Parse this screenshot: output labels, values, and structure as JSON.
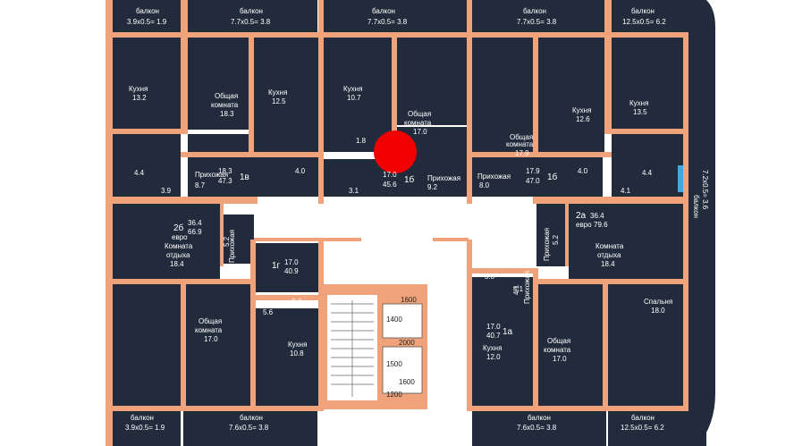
{
  "colors": {
    "room": "#222b3c",
    "wall": "#f0a37a",
    "background": "#ffffff",
    "corridor": "#ffffff",
    "marker": "#f00000",
    "balcony_glass": "#3fa9e0"
  },
  "top_balconies": [
    {
      "title": "балкон",
      "dims": "3.9x0.5= 1.9"
    },
    {
      "title": "балкон",
      "dims": "7.7x0.5= 3.8"
    },
    {
      "title": "балкон",
      "dims": "7.7x0.5= 3.8"
    },
    {
      "title": "балкон",
      "dims": "7.7x0.5= 3.8"
    },
    {
      "title": "балкон",
      "dims": "12.5x0.5= 6.2"
    }
  ],
  "bottom_balconies": [
    {
      "title": "балкон",
      "dims": "3.9x0.5= 1.9"
    },
    {
      "title": "балкон",
      "dims": "7.6x0.5= 3.8"
    },
    {
      "title": "балкон",
      "dims": "7.6x0.5= 3.8"
    },
    {
      "title": "балкон",
      "dims": "12.5x0.5= 6.2"
    }
  ],
  "side_balcony": {
    "title": "балкон",
    "dims": "7.2x0.5= 3.6"
  },
  "rooms": {
    "kitchen_13_2": {
      "name": "Кухня",
      "area": "13.2"
    },
    "living_18_3": {
      "name1": "Общая",
      "name2": "комната",
      "area": "18.3"
    },
    "kitchen_12_5": {
      "name": "Кухня",
      "area": "12.5"
    },
    "kitchen_10_7": {
      "name": "Кухня",
      "area": "10.7"
    },
    "living_17_0_top": {
      "name1": "Общая",
      "name2": "комната",
      "area": "17.0"
    },
    "living_17_9": {
      "name1": "Общая",
      "name2": "комната",
      "area": "17.9"
    },
    "kitchen_12_6": {
      "name": "Кухня",
      "area": "12.6"
    },
    "kitchen_13_5": {
      "name": "Кухня",
      "area": "13.5"
    },
    "rest_18_4_left": {
      "name1": "Комната",
      "name2": "отдыха",
      "area": "18.4"
    },
    "rest_18_4_right": {
      "name1": "Комната",
      "name2": "отдыха",
      "area": "18.4"
    },
    "living_17_0_bl": {
      "name1": "Общая",
      "name2": "комната",
      "area": "17.0"
    },
    "kitchen_10_8": {
      "name": "Кухня",
      "area": "10.8"
    },
    "kitchen_12_0": {
      "name": "Кухня",
      "area": "12.0"
    },
    "living_17_0_br": {
      "name1": "Общая",
      "name2": "комната",
      "area": "17.0"
    },
    "bedroom_18_0": {
      "name": "Спальня",
      "area": "18.0"
    }
  },
  "hallways": {
    "h1": {
      "name": "Прихожая",
      "area": "8.7"
    },
    "h2": {
      "name": "Прихожая",
      "area": "9.2"
    },
    "h3": {
      "name": "Прихожая",
      "area": "8.0"
    },
    "h4": {
      "name": "Прихожая",
      "area": "5.2"
    },
    "h5": {
      "name": "Прихожая",
      "area": "5.2"
    },
    "h6": {
      "name": "Прихожая",
      "area": "4.1"
    }
  },
  "apartments": {
    "a1": {
      "type": "1в",
      "living": "18.3",
      "total": "47.3"
    },
    "a2": {
      "type": "1б",
      "living": "17.0",
      "total": "45.6"
    },
    "a3": {
      "type": "1б",
      "living": "17.9",
      "total": "47.0"
    },
    "a4": {
      "type": "2б",
      "subtype": "евро",
      "living": "36.4",
      "total": "66.9"
    },
    "a5": {
      "type": "2а",
      "subtype": "евро",
      "living": "36.4",
      "total": "79.6"
    },
    "a6": {
      "type": "1г",
      "living": "17.0",
      "total": "40.9"
    },
    "a7": {
      "type": "1а",
      "living": "17.0",
      "total": "40.7"
    }
  },
  "small_areas": [
    "4.4",
    "3.9",
    "4.0",
    "3.1",
    "1.8",
    "4.0",
    "4.4",
    "4.1",
    "5.6",
    "3.7",
    "3.8",
    "4.1"
  ],
  "stair_dims": [
    "1600",
    "1400",
    "2000",
    "1500",
    "1600",
    "1200"
  ]
}
